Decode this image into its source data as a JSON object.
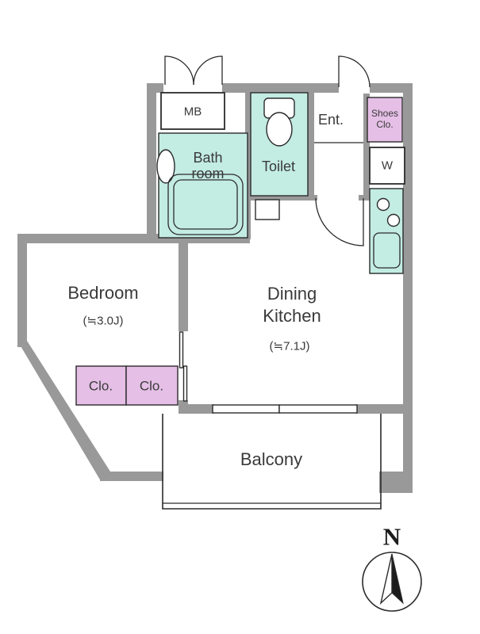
{
  "palette": {
    "wall_gray": "#999999",
    "wet_area_mint": "#c3ece3",
    "closet_pink": "#e5bfe6",
    "line_black": "#2b2b2b",
    "label_gray": "#3a3a3a"
  },
  "rooms": {
    "mb": {
      "label": "MB"
    },
    "bathroom": {
      "line1": "Bath",
      "line2": "room"
    },
    "toilet": {
      "label": "Toilet"
    },
    "entrance": {
      "label": "Ent."
    },
    "shoes_closet": {
      "line1": "Shoes",
      "line2": "Clo."
    },
    "washer": {
      "label": "W"
    },
    "bedroom": {
      "label": "Bedroom",
      "size": "(≒3.0J)"
    },
    "dining_kitchen": {
      "line1": "Dining",
      "line2": "Kitchen",
      "size": "(≒7.1J)"
    },
    "closet_left": {
      "label": "Clo."
    },
    "closet_right": {
      "label": "Clo."
    },
    "balcony": {
      "label": "Balcony"
    }
  },
  "compass": {
    "north_label": "N"
  }
}
